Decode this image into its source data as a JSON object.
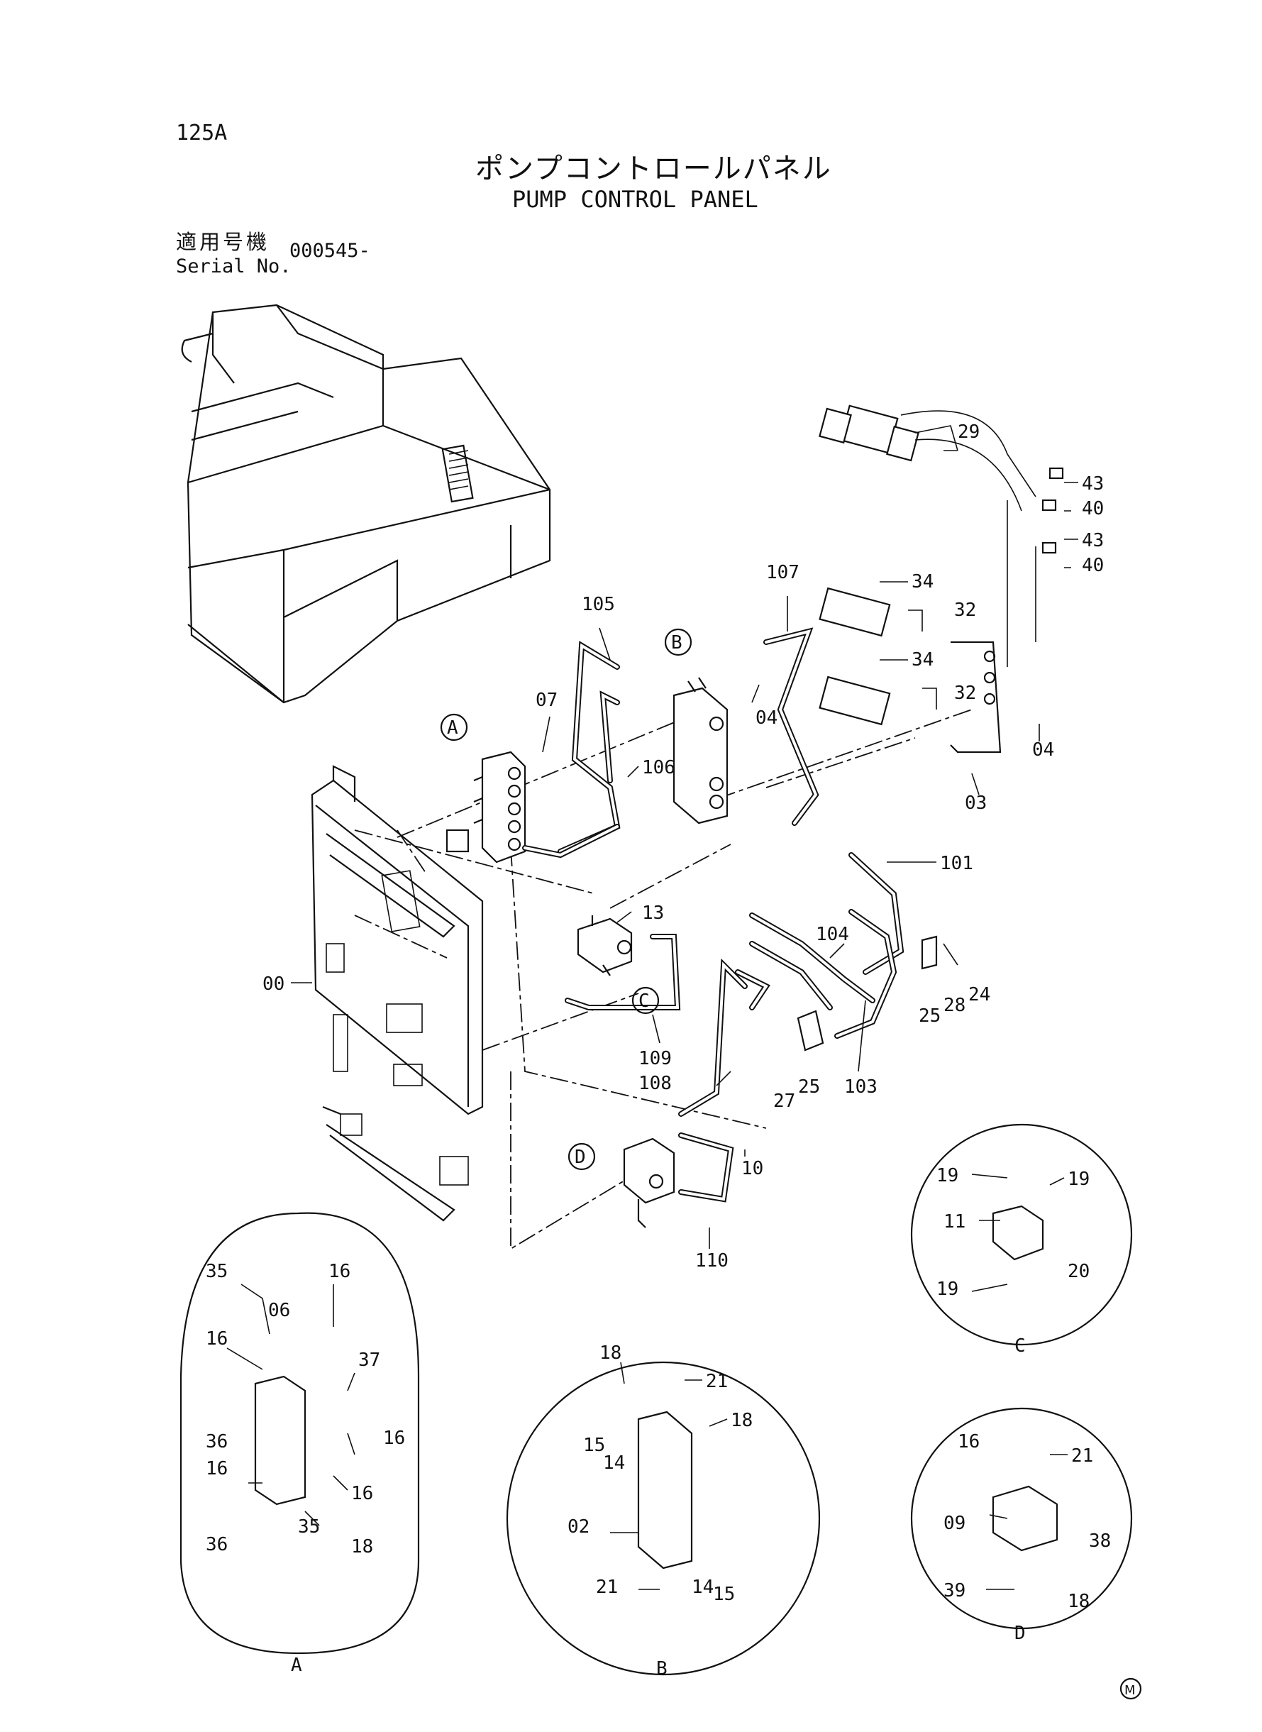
{
  "page": {
    "number": "125A",
    "title_jp": "ポンプコントロールパネル",
    "title_en": "PUMP CONTROL PANEL",
    "serial_label_jp": "適用号機",
    "serial_label_en": "Serial No.",
    "serial_value": "000545-"
  },
  "detail_markers": [
    "A",
    "B",
    "C",
    "D"
  ],
  "callouts": {
    "main": [
      "29",
      "43",
      "40",
      "43",
      "40",
      "107",
      "34",
      "32",
      "34",
      "32",
      "105",
      "07",
      "04",
      "04",
      "03",
      "106",
      "101",
      "13",
      "00",
      "104",
      "24",
      "25",
      "28",
      "109",
      "27",
      "25",
      "103",
      "108",
      "10",
      "110"
    ],
    "detail_a": [
      "35",
      "06",
      "16",
      "16",
      "37",
      "16",
      "36",
      "16",
      "16",
      "36",
      "35",
      "18"
    ],
    "detail_b": [
      "18",
      "21",
      "18",
      "15",
      "14",
      "02",
      "21",
      "14",
      "15"
    ],
    "detail_c": [
      "19",
      "19",
      "11",
      "20",
      "19"
    ],
    "detail_d": [
      "16",
      "21",
      "38",
      "09",
      "39",
      "18"
    ]
  },
  "mark": "M"
}
